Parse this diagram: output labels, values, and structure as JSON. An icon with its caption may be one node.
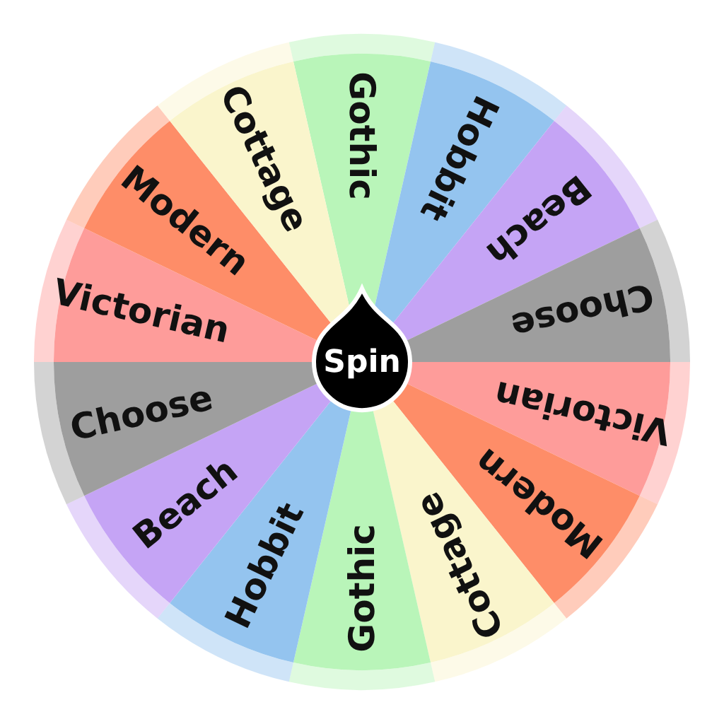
{
  "diagram": {
    "nodes": [
      {
        "text": [
          "Gothic"
        ]
      },
      {
        "text": [
          "Hobbit"
        ]
      },
      {
        "text": [
          "Beach"
        ]
      },
      {
        "text": [
          "Choose"
        ]
      },
      {
        "text": [
          "Victorian"
        ]
      },
      {
        "text": [
          "Modern"
        ]
      },
      {
        "text": [
          "Cottage"
        ]
      },
      {
        "text": [
          "Gothic"
        ]
      },
      {
        "text": [
          "Hobbit"
        ]
      },
      {
        "text": [
          "Beach"
        ]
      },
      {
        "text": [
          "Choose"
        ]
      },
      {
        "text": [
          "Victorian"
        ]
      },
      {
        "text": [
          "Modern"
        ]
      },
      {
        "text": [
          "Cottage"
        ]
      },
      {
        "text": [
          "Spin"
        ]
      }
    ]
  }
}
